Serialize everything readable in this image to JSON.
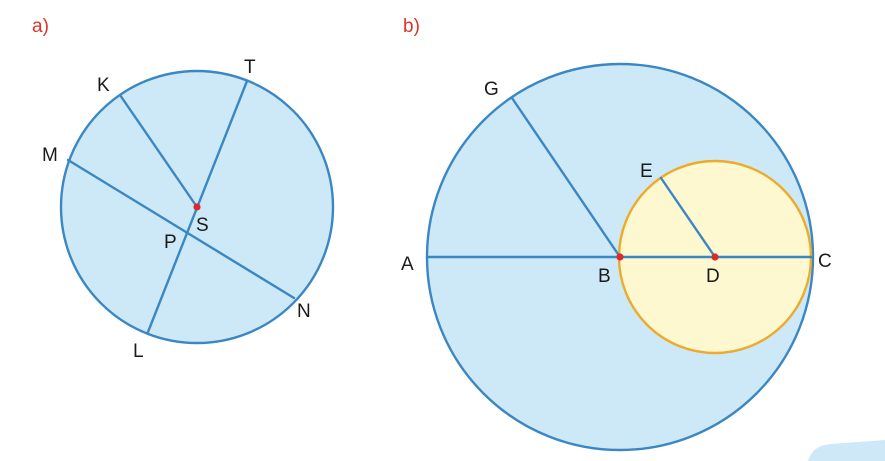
{
  "colors": {
    "circle_fill": "#cde9f8",
    "circle_stroke": "#3a87c4",
    "inner_fill": "#fdf8cf",
    "inner_stroke": "#eeaa2a",
    "center_dot": "#d92b2b",
    "panel_label": "#d9352b",
    "corner_tab": "#cfe8f7"
  },
  "panel_a": {
    "label": "a)",
    "points": {
      "K": "K",
      "T": "T",
      "M": "M",
      "S": "S",
      "P": "P",
      "N": "N",
      "L": "L"
    }
  },
  "panel_b": {
    "label": "b)",
    "points": {
      "G": "G",
      "E": "E",
      "A": "A",
      "B": "B",
      "D": "D",
      "C": "C"
    }
  }
}
